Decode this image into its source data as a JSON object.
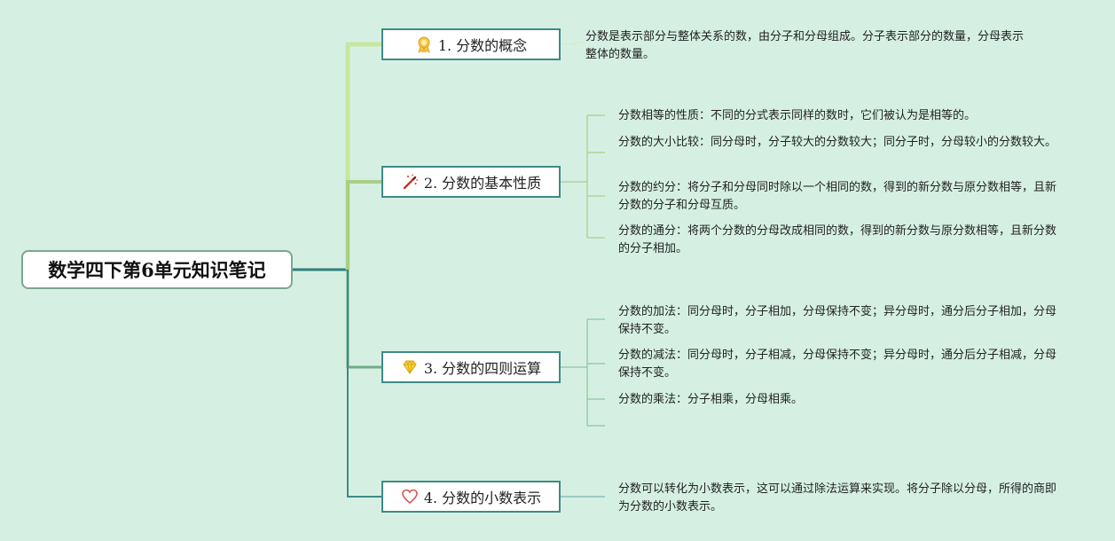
{
  "title": "数学四下第6单元知识笔记",
  "branches": [
    {
      "label": "1. 分数的概念",
      "icon": "award-ribbon-icon",
      "details": [
        "分数是表示部分与整体关系的数，由分子和分母组成。分子表示部分的数量，分母表示整体的数量。"
      ]
    },
    {
      "label": "2. 分数的基本性质",
      "icon": "magic-wand-icon",
      "details": [
        "分数相等的性质：不同的分式表示同样的数时，它们被认为是相等的。",
        "分数的大小比较：同分母时，分子较大的分数较大；同分子时，分母较小的分数较大。",
        "分数的约分：将分子和分母同时除以一个相同的数，得到的新分数与原分数相等，且新分数的分子和分母互质。",
        "分数的通分：将两个分数的分母改成相同的数，得到的新分数与原分数相等，且新分数的分子相加。"
      ]
    },
    {
      "label": "3. 分数的四则运算",
      "icon": "diamond-icon",
      "details": [
        "分数的加法：同分母时，分子相加，分母保持不变；异分母时，通分后分子相加，分母保持不变。",
        "分数的减法：同分母时，分子相减，分母保持不变；异分母时，通分后分子相减，分母保持不变。",
        "分数的乘法：分子相乘，分母相乘。"
      ]
    },
    {
      "label": "4. 分数的小数表示",
      "icon": "heart-icon",
      "details": [
        "分数可以转化为小数表示，这可以通过除法运算来实现。将分子除以分母，所得的商即为分数的小数表示。"
      ]
    }
  ],
  "colors": {
    "background": "#d5f0e3",
    "trunk": "#2f7f7a",
    "branch1": "#c6e6a0",
    "branch2": "#a8cf86",
    "branch3": "#6fae86",
    "branch4": "#3f8a86"
  }
}
